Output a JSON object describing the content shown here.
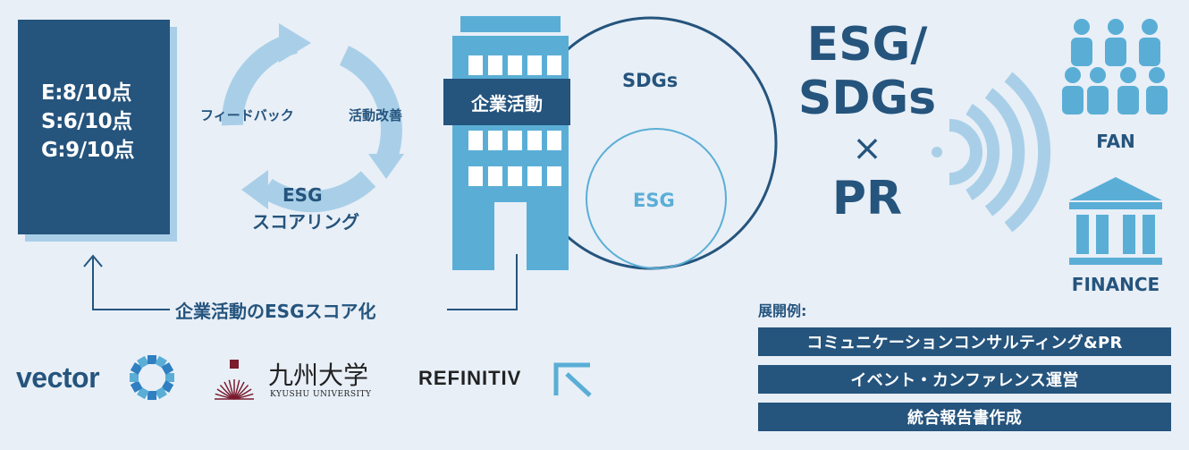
{
  "score_card": {
    "lines": [
      "E:8/10点",
      "S:6/10点",
      "G:9/10点"
    ]
  },
  "cycle": {
    "feedback_label": "フィードバック",
    "improvement_label": "活動改善",
    "scoring_label_1": "ESG",
    "scoring_label_2": "スコアリング"
  },
  "building": {
    "label": "企業活動"
  },
  "venn": {
    "outer_label": "SDGs",
    "inner_label": "ESG"
  },
  "headline": {
    "line1": "ESG/",
    "line2": "SDGs",
    "times": "×",
    "line3": "PR"
  },
  "audiences": {
    "fan_label": "FAN",
    "finance_label": "FINANCE"
  },
  "scoring_flow": {
    "label": "企業活動のESGスコア化"
  },
  "applications": {
    "heading": "展開例:",
    "items": [
      "コミュニケーションコンサルティング&PR",
      "イベント・カンファレンス運営",
      "統合報告書作成"
    ]
  },
  "logos": {
    "vector": "vector",
    "kyushu_jp": "九州大学",
    "kyushu_en": "KYUSHU UNIVERSITY",
    "refinitiv": "REFINITIV"
  },
  "colors": {
    "navy": "#25547d",
    "mid_blue": "#5aaed6",
    "light_blue": "#a9cfe8",
    "background": "#e8eff7"
  }
}
